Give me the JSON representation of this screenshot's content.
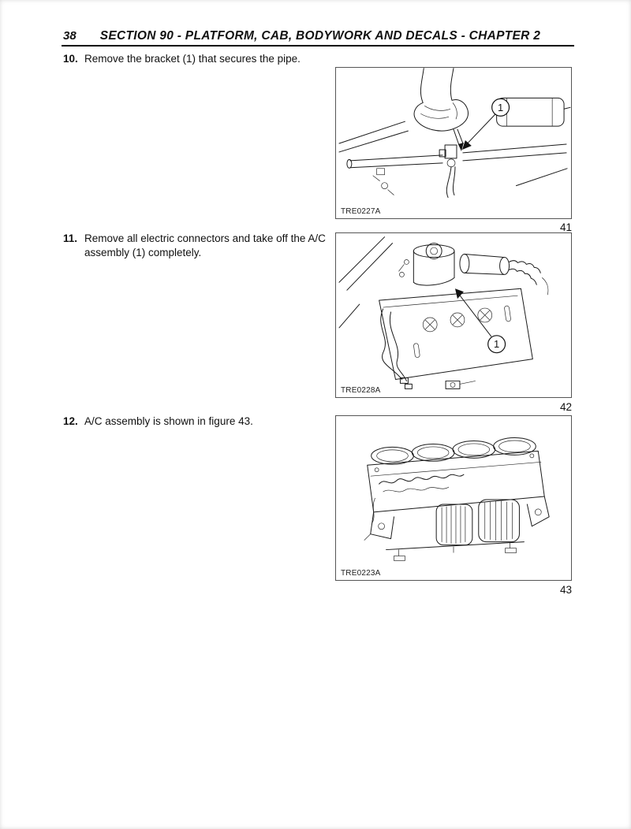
{
  "page": {
    "number": "38",
    "header": "SECTION 90 - PLATFORM, CAB, BODYWORK AND DECALS - CHAPTER 2"
  },
  "steps": [
    {
      "number": "10.",
      "text": "Remove the bracket (1) that secures the pipe."
    },
    {
      "number": "11.",
      "text": "Remove all electric connectors and take off the A/C assembly (1) completely."
    },
    {
      "number": "12.",
      "text": "A/C assembly is shown in figure 43."
    }
  ],
  "figures": [
    {
      "code": "TRE0227A",
      "number": "41",
      "callout": "1"
    },
    {
      "code": "TRE0228A",
      "number": "42",
      "callout": "1"
    },
    {
      "code": "TRE0223A",
      "number": "43"
    }
  ]
}
